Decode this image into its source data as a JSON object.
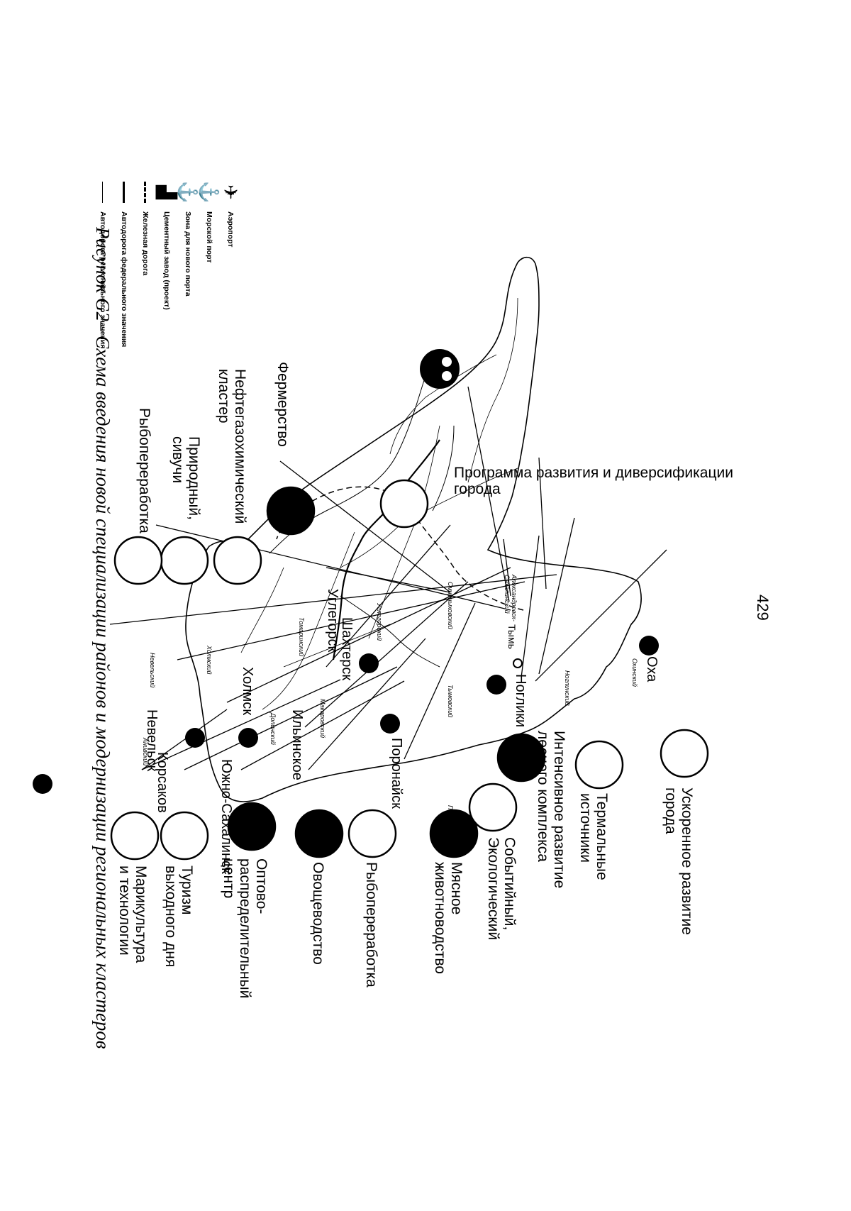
{
  "page_number": "429",
  "title": "Программа развития и диверсификации города",
  "caption": "Рисунок G2– Схема введения новой специализации районов и модернизации региональных кластеров",
  "legend": [
    {
      "icon": "airplane-icon",
      "label": "Аэропорт"
    },
    {
      "icon": "anchor-icon",
      "label": "Морской порт"
    },
    {
      "icon": "anchor-icon",
      "label": "Зона для нового порта"
    },
    {
      "icon": "factory-icon",
      "label": "Цементный завод (проект)"
    },
    {
      "icon": "dashed-line",
      "label": "Железная дорога"
    },
    {
      "icon": "thick-line",
      "label": "Автодорога федерального значения"
    },
    {
      "icon": "thin-line",
      "label": "Автодорога регионального значения"
    }
  ],
  "cluster_labels": {
    "program": "Программа развития и диверсификации\nгорода",
    "farming": "Фермерство",
    "oilgas": "Нефтегазохимический\nкластер",
    "springs_natural": "Природный,\nсивучи",
    "fish_west": "Рыбопереработка",
    "accelerated": "Ускоренное развитие\nгорода",
    "thermal": "Термальные\nисточники",
    "forestry": "Интенсивное развитие\nлесного комплекса",
    "eventeco": "Событийный,\nЭкологический",
    "meat": "Мясное\nживотноводство",
    "fish_east": "Рыбопереработка",
    "vegetables": "Овощеводство",
    "wholesale": "Оптово-\nраспределительный\nцентр",
    "weekend": "Туризм\nвыходного дня",
    "mariculture": "Марикультура\nи технологии"
  },
  "cities": {
    "okha": "Оха",
    "nogliki": "Ноглики",
    "shakhtersk": "Шахтерск",
    "uglegorsk": "Углегорск",
    "poronaysk": "Поронайск",
    "ilyinskoye": "Ильинское",
    "kholmsk": "Холмск",
    "nevelsk": "Невельск",
    "yuzhno": "Южно-Сахалинск",
    "korsakov": "Корсаков",
    "tymovsk": "Тымь"
  },
  "districts": {
    "okhinsky": "Охинский",
    "noglikinsky": "Ноглинский",
    "aleksandrovsk": "Александровск-\nСахалинский",
    "tymovsky": "Тымовский",
    "smirnykhovsky": "Смирныховский",
    "poronaysky": "Поронайский",
    "uglegorsky": "Углегорский",
    "tomarinsky": "Томаринский",
    "makarovsky": "Макаровский",
    "dolinsky": "Долинский",
    "kholmsky": "Холмский",
    "nevelsky": "Невельский",
    "aniva": "Анивский"
  },
  "colors": {
    "ink": "#000000",
    "paper": "#ffffff"
  }
}
